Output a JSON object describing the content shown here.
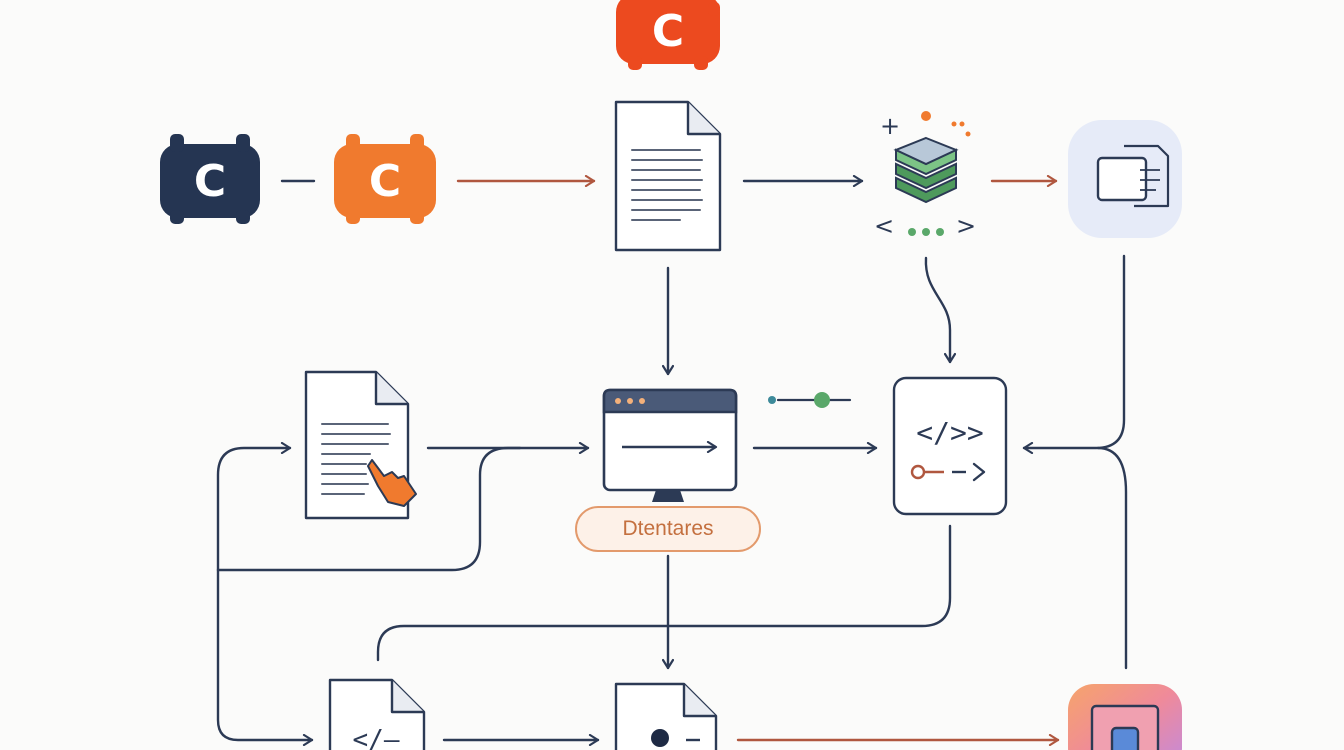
{
  "nodes": {
    "c_dark": {
      "letter": "C",
      "color": "#253552"
    },
    "c_orange": {
      "letter": "C",
      "color": "#f07a2e"
    },
    "c_red_top": {
      "letter": "C",
      "color": "#ec4a1f"
    },
    "source_doc": {
      "icon": "document-icon"
    },
    "stack": {
      "icon": "layers-icon"
    },
    "window_app": {
      "icon": "window-icon"
    },
    "handpicked_doc": {
      "icon": "document-hand-icon"
    },
    "monitor": {
      "icon": "monitor-icon"
    },
    "code_box": {
      "icon": "code-icon",
      "code_text": "</>>"
    },
    "bottom_code_doc": {
      "icon": "code-document-icon",
      "code_text": "</—"
    },
    "bottom_doc": {
      "icon": "document-dot-icon"
    },
    "bottom_app": {
      "icon": "gradient-app-icon"
    }
  },
  "label": {
    "text": "Dtentares"
  },
  "colors": {
    "line": "#2c3a55",
    "accent_orange": "#f07a2e",
    "accent_red": "#b0573f",
    "green": "#5aa86a"
  }
}
